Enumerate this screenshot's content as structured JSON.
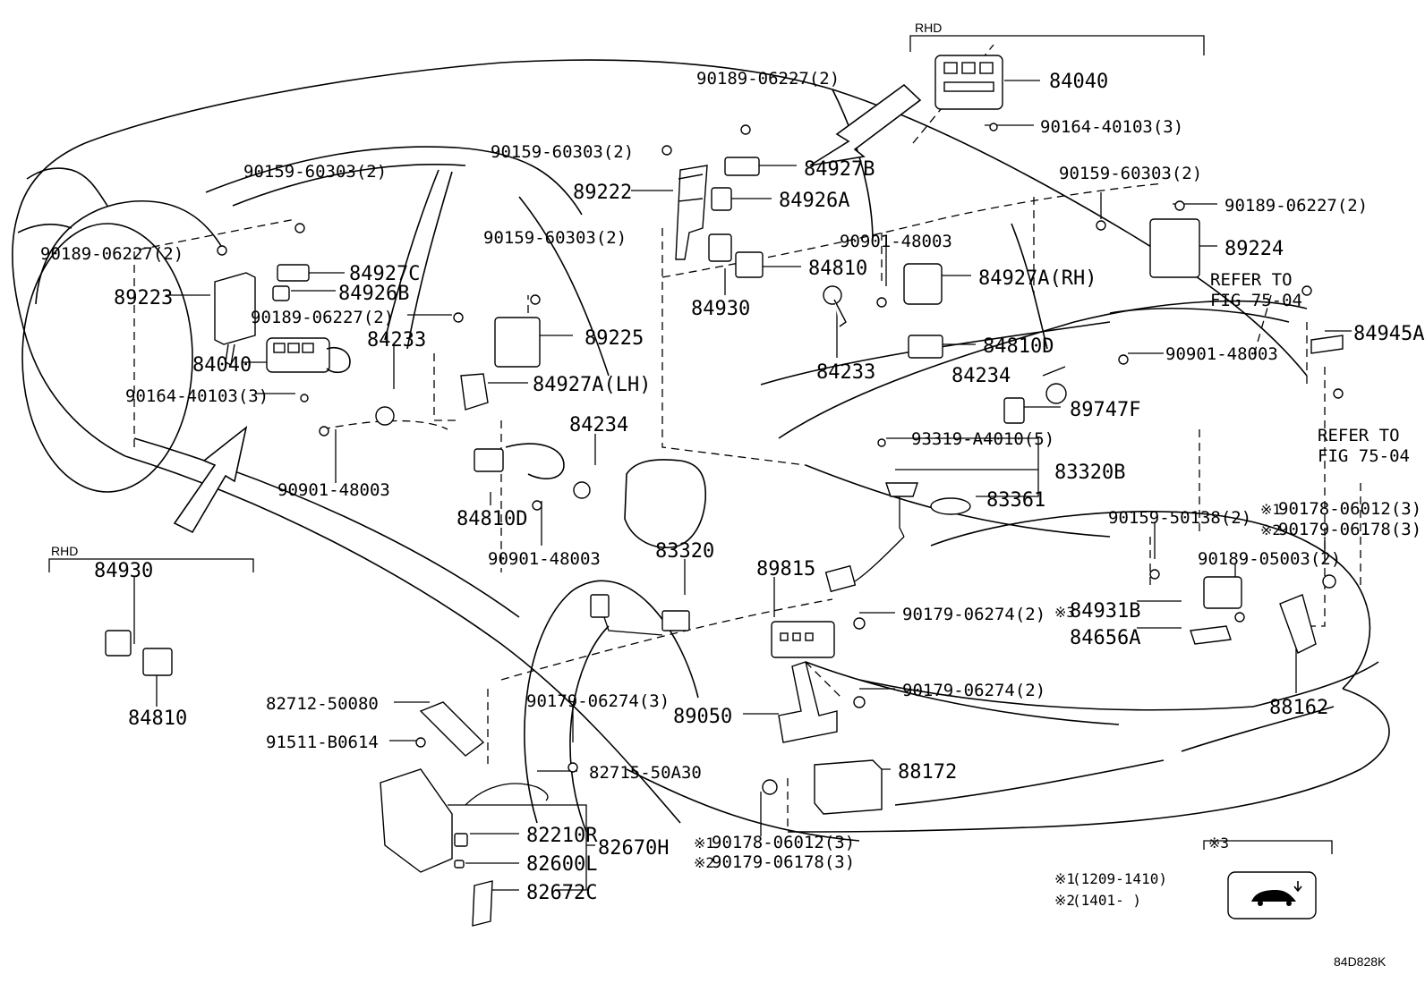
{
  "doc_id": "84D828K",
  "rhd_labels": [
    "RHD",
    "RHD"
  ],
  "refer_labels": [
    [
      "REFER TO",
      "FIG 75-04"
    ],
    [
      "REFER TO",
      "FIG 75-04"
    ]
  ],
  "variant_marks": {
    "m1": "※1",
    "m2": "※2",
    "m3": "※3"
  },
  "notes": [
    {
      "mark": "※1",
      "text": "(1209-1410)"
    },
    {
      "mark": "※2",
      "text": "(1401-      )"
    }
  ],
  "legend": {
    "mark": "※3",
    "icon": "car-trunk-icon"
  },
  "parts": [
    {
      "key": "p01",
      "text": "84040"
    },
    {
      "key": "p02",
      "text": "90164-40103(3)"
    },
    {
      "key": "p03",
      "text": "90189-06227(2)"
    },
    {
      "key": "p04",
      "text": "90159-60303(2)"
    },
    {
      "key": "p05",
      "text": "84927B"
    },
    {
      "key": "p06",
      "text": "89222"
    },
    {
      "key": "p07",
      "text": "84926A"
    },
    {
      "key": "p08",
      "text": "90159-60303(2)"
    },
    {
      "key": "p09",
      "text": "90189-06227(2)"
    },
    {
      "key": "p10",
      "text": "89224"
    },
    {
      "key": "p11",
      "text": "90901-48003"
    },
    {
      "key": "p12",
      "text": "84810"
    },
    {
      "key": "p13",
      "text": "84930"
    },
    {
      "key": "p14",
      "text": "84927A(RH)"
    },
    {
      "key": "p15",
      "text": "84233"
    },
    {
      "key": "p16",
      "text": "84810D"
    },
    {
      "key": "p17",
      "text": "84234"
    },
    {
      "key": "p18",
      "text": "90901-48003"
    },
    {
      "key": "p19",
      "text": "84945A"
    },
    {
      "key": "p20",
      "text": "89747F"
    },
    {
      "key": "p21",
      "text": "93319-A4010(5)"
    },
    {
      "key": "p22",
      "text": "83320B"
    },
    {
      "key": "p23",
      "text": "83361"
    },
    {
      "key": "p24",
      "text": "90159-60303(2)"
    },
    {
      "key": "p25",
      "text": "90189-06227(2)"
    },
    {
      "key": "p26",
      "text": "84927C"
    },
    {
      "key": "p27",
      "text": "84926B"
    },
    {
      "key": "p28",
      "text": "89223"
    },
    {
      "key": "p29",
      "text": "90159-60303(2)"
    },
    {
      "key": "p30",
      "text": "90189-06227(2)"
    },
    {
      "key": "p31",
      "text": "89225"
    },
    {
      "key": "p32",
      "text": "84233"
    },
    {
      "key": "p33",
      "text": "84040"
    },
    {
      "key": "p34",
      "text": "84927A(LH)"
    },
    {
      "key": "p35",
      "text": "90164-40103(3)"
    },
    {
      "key": "p36",
      "text": "84234"
    },
    {
      "key": "p37",
      "text": "90901-48003"
    },
    {
      "key": "p38",
      "text": "84810D"
    },
    {
      "key": "p39",
      "text": "90901-48003"
    },
    {
      "key": "p40",
      "text": "84930"
    },
    {
      "key": "p41",
      "text": "84810"
    },
    {
      "key": "p42",
      "text": "83320"
    },
    {
      "key": "p43",
      "text": "89815"
    },
    {
      "key": "p44",
      "text": "90179-06274(2)"
    },
    {
      "key": "p45",
      "text": "90159-50138(2)"
    },
    {
      "key": "p46",
      "text": "90178-06012(3)"
    },
    {
      "key": "p47",
      "text": "90179-06178(3)"
    },
    {
      "key": "p48",
      "text": "90189-05003(2)"
    },
    {
      "key": "p49",
      "text": "84931B"
    },
    {
      "key": "p50",
      "text": "84656A"
    },
    {
      "key": "p51",
      "text": "90179-06274(2)"
    },
    {
      "key": "p52",
      "text": "88162"
    },
    {
      "key": "p53",
      "text": "82712-50080"
    },
    {
      "key": "p54",
      "text": "90179-06274(3)"
    },
    {
      "key": "p55",
      "text": "89050"
    },
    {
      "key": "p56",
      "text": "91511-B0614"
    },
    {
      "key": "p57",
      "text": "82715-50A30"
    },
    {
      "key": "p58",
      "text": "88172"
    },
    {
      "key": "p59",
      "text": "82210R"
    },
    {
      "key": "p60",
      "text": "82670H"
    },
    {
      "key": "p61",
      "text": "82600L"
    },
    {
      "key": "p62",
      "text": "82672C"
    },
    {
      "key": "p63",
      "text": "90178-06012(3)"
    },
    {
      "key": "p64",
      "text": "90179-06178(3)"
    }
  ]
}
